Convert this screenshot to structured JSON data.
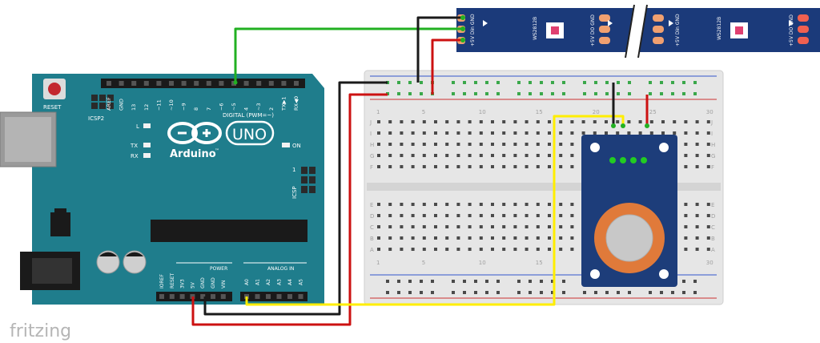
{
  "arduino": {
    "reset_label": "RESET",
    "icsp2_label": "ICSP2",
    "icsp_label": "ICSP",
    "header_top_labels": [
      "AREF",
      "GND",
      "13",
      "12",
      "~11",
      "~10",
      "~9",
      "8",
      "7",
      "~6",
      "~5",
      "4",
      "~3",
      "2",
      "TX▶1",
      "RX◀0"
    ],
    "digital_label": "DIGITAL (PWM=~)",
    "l_label": "L",
    "tx_label": "TX",
    "rx_label": "RX",
    "logo_text": "Arduino",
    "logo_tm": "™",
    "uno_label": "UNO",
    "on_label": "ON",
    "one_label": "1",
    "power_label": "POWER",
    "analog_label": "ANALOG IN",
    "power_pins": [
      "IOREF",
      "RESET",
      "3V3",
      "5V",
      "GND",
      "GND",
      "VIN"
    ],
    "analog_pins": [
      "A0",
      "A1",
      "A2",
      "A3",
      "A4",
      "A5"
    ]
  },
  "breadboard": {
    "col_numbers": [
      "1",
      "5",
      "10",
      "15",
      "20",
      "25",
      "30"
    ],
    "rows_top": [
      "J",
      "I",
      "H",
      "G",
      "F"
    ],
    "rows_bottom": [
      "E",
      "D",
      "C",
      "B",
      "A"
    ]
  },
  "led_strip": {
    "chip_label": "WS2812B",
    "pad_labels_right": [
      "+5V",
      "DO",
      "GND"
    ],
    "pad_labels_left": [
      "+5V",
      "Din",
      "GND"
    ]
  },
  "footer": {
    "brand": "fritzing"
  },
  "colors": {
    "arduino_board": "#1f7d8c",
    "strip": "#1b3a7a",
    "breadboard": "#e8e8e8",
    "wire_green": "#22b022",
    "wire_red": "#cc1111",
    "wire_black": "#1a1a1a",
    "wire_yellow": "#ffee00",
    "sensor_board": "#1d3d7a",
    "sensor_ring": "#e07a3a"
  }
}
